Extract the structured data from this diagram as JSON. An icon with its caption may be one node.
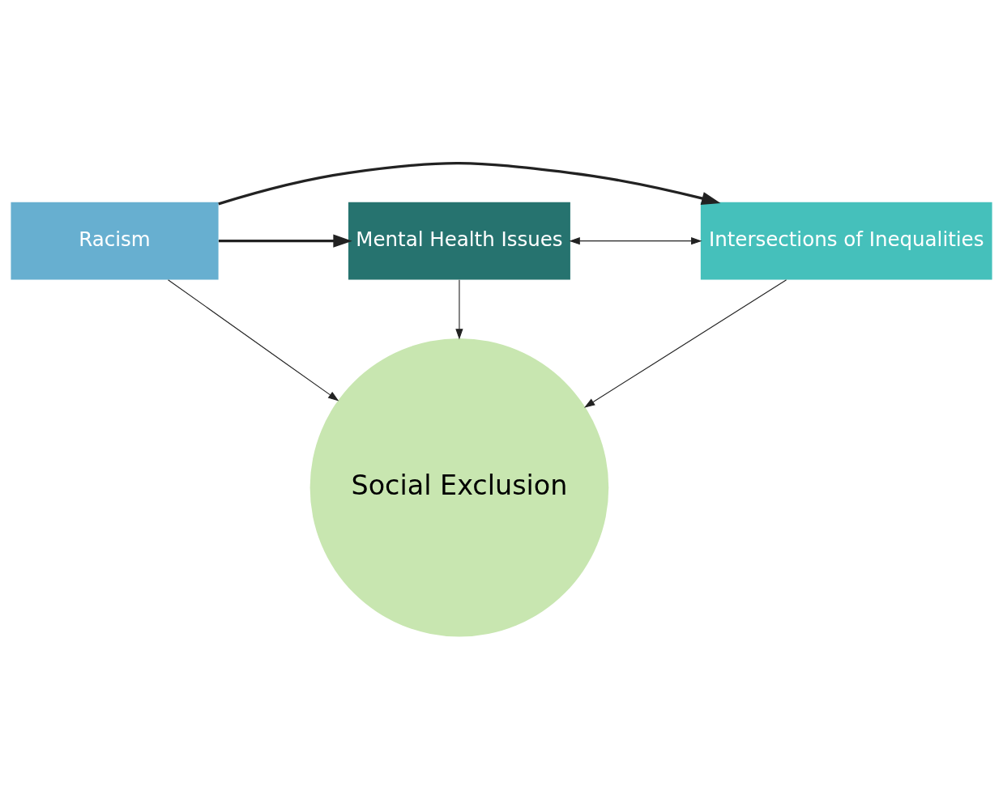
{
  "diagram": {
    "nodes": [
      {
        "text": [
          "Racism"
        ]
      },
      {
        "text": [
          "Social Exclusion"
        ]
      },
      {
        "text": [
          "Mental Health Issues"
        ]
      },
      {
        "text": [
          "Intersections of Inequalities"
        ]
      }
    ],
    "edges": [
      {
        "from": 0,
        "to": 1,
        "arrow": "to"
      },
      {
        "from": 0,
        "to": 2,
        "arrow": "to",
        "style": "thick"
      },
      {
        "from": 0,
        "to": 3,
        "arrow": "to",
        "style": "thick"
      },
      {
        "from": 2,
        "to": 1,
        "arrow": "to"
      },
      {
        "from": 3,
        "to": 1,
        "arrow": "to"
      },
      {
        "from": 2,
        "to": 3,
        "arrow": "both"
      }
    ]
  }
}
